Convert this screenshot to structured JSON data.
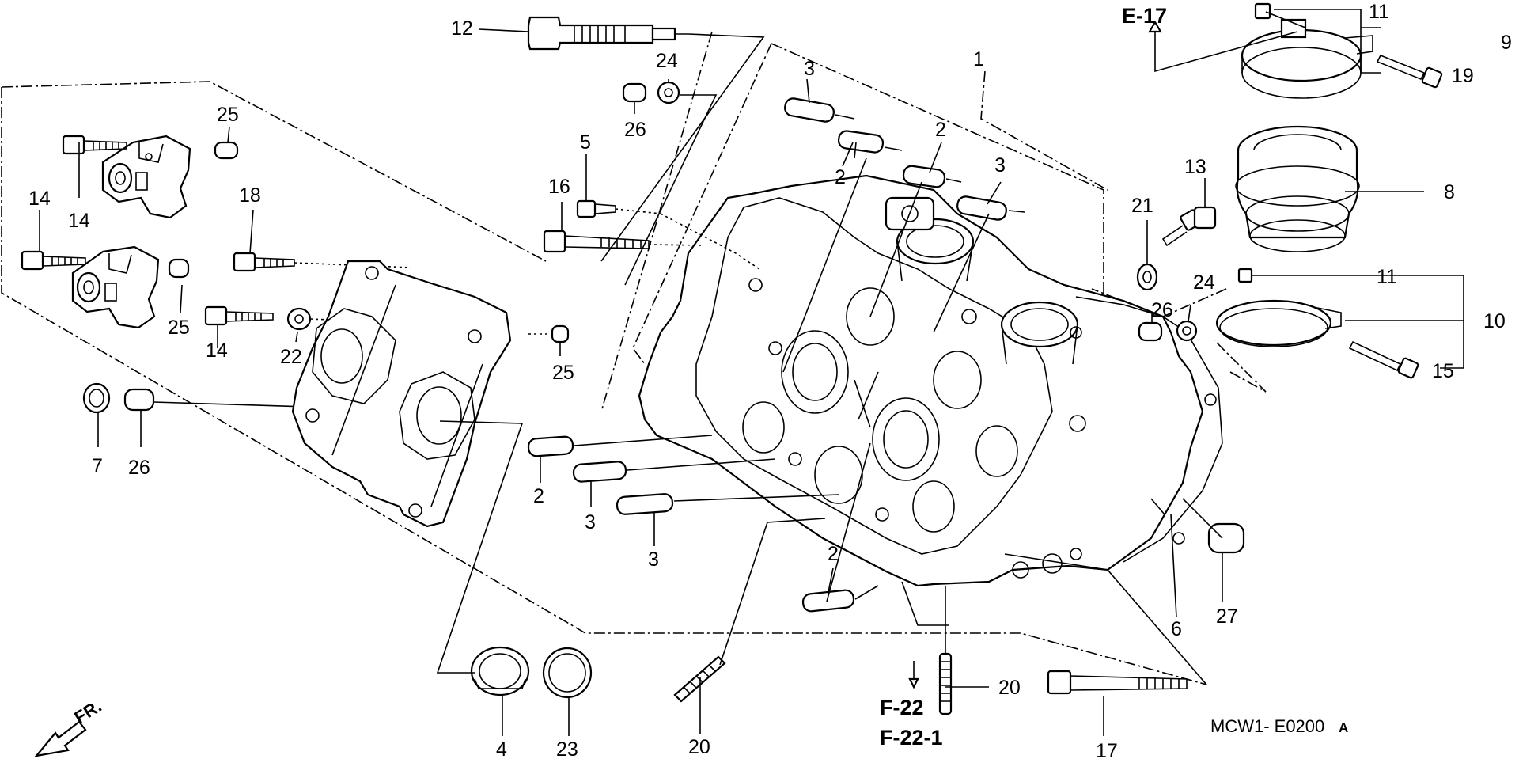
{
  "diagram": {
    "callouts": {
      "p1": "1",
      "p2a": "2",
      "p2b": "2",
      "p2c": "2",
      "p2d": "2",
      "p3a": "3",
      "p3b": "3",
      "p3c": "3",
      "p3d": "3",
      "p4": "4",
      "p5": "5",
      "p6": "6",
      "p7": "7",
      "p8": "8",
      "p9": "9",
      "p10": "10",
      "p11a": "11",
      "p11b": "11",
      "p12": "12",
      "p13": "13",
      "p14a": "14",
      "p14b": "14",
      "p14c": "14",
      "p15": "15",
      "p16": "16",
      "p17": "17",
      "p18": "18",
      "p19": "19",
      "p20a": "20",
      "p20b": "20",
      "p21": "21",
      "p22": "22",
      "p23": "23",
      "p24a": "24",
      "p24b": "24",
      "p25a": "25",
      "p25b": "25",
      "p25c": "25",
      "p26a": "26",
      "p26b": "26",
      "p26c": "26",
      "p27": "27"
    },
    "references": {
      "e17": "E-17",
      "f22": "F-22",
      "f22_1": "F-22-1"
    },
    "direction_label": "FR.",
    "drawing_code": "MCW1- E0200",
    "drawing_code_suffix": "A"
  }
}
